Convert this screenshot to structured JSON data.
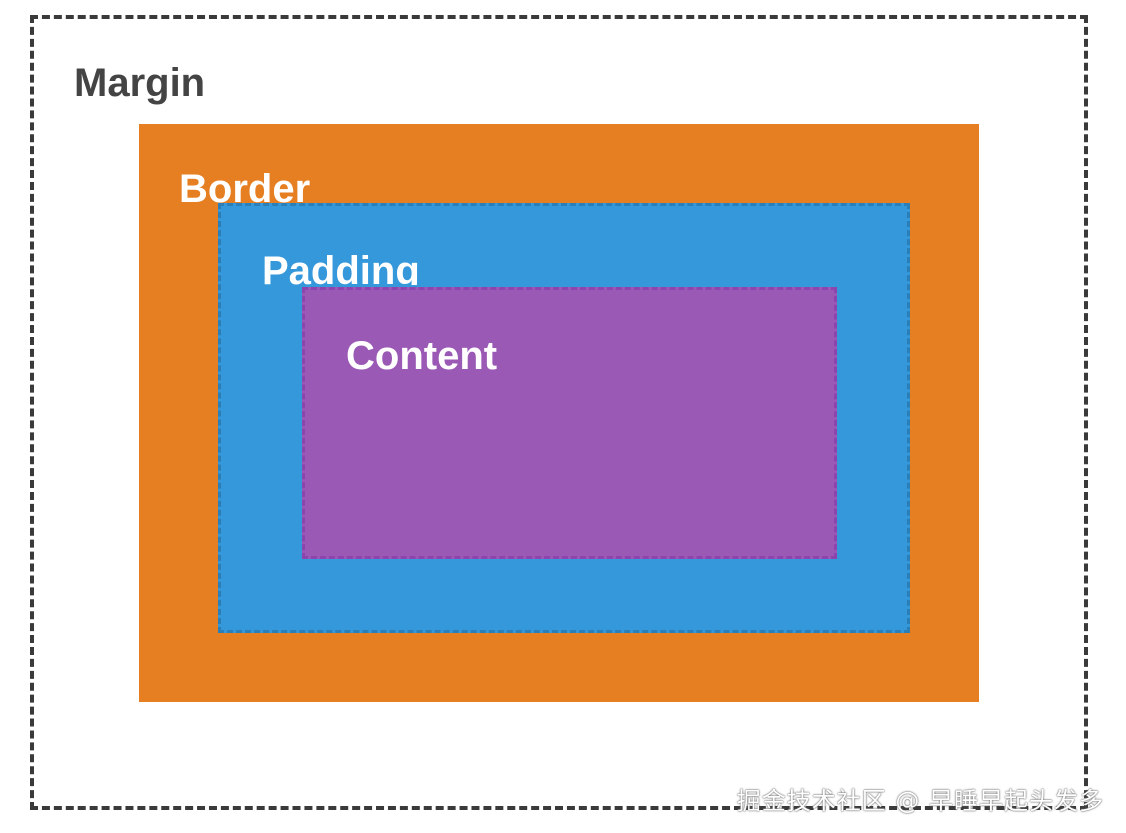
{
  "labels": {
    "margin": "Margin",
    "border": "Border",
    "padding": "Padding",
    "content": "Content"
  },
  "watermark": "掘金技术社区 @ 早睡早起头发多",
  "colors": {
    "margin_outline": "#3a3a3a",
    "border_fill": "#e67e22",
    "padding_fill": "#3498db",
    "content_fill": "#9b59b6",
    "label_dark": "#444444",
    "label_light": "#ffffff"
  }
}
